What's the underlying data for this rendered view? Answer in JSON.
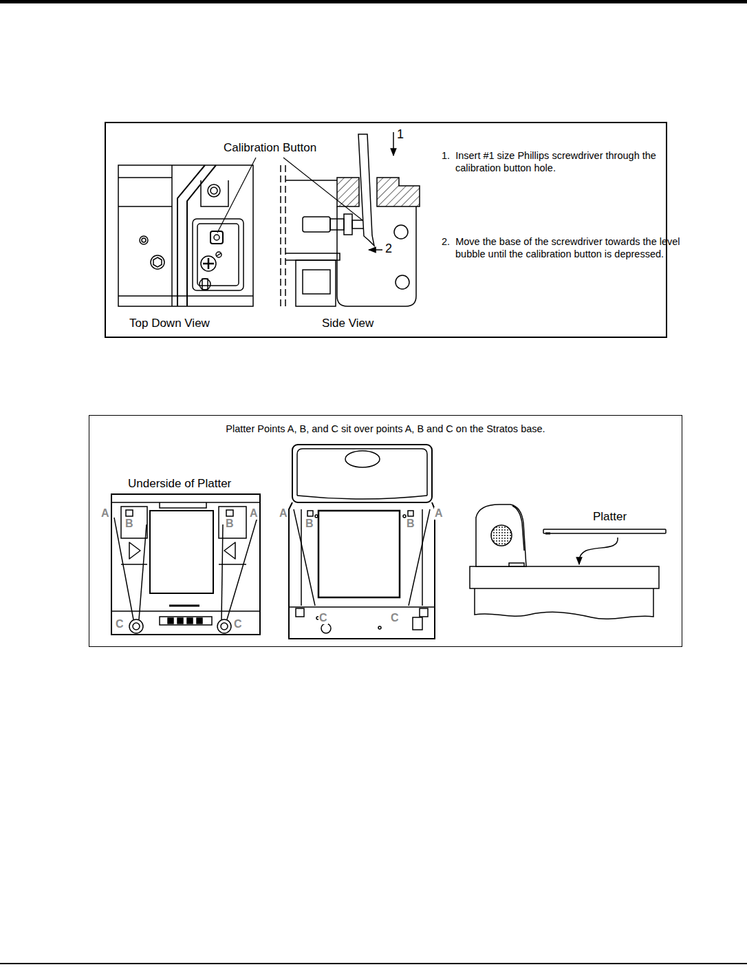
{
  "diagram": {
    "nodes": [
      {
        "text": [
          "1.  Insert #1 size Phillips screwdriver through the calibration button hole.",
          "2.  Move the base of the screwdriver towards the level bubble until the calibration button is depressed."
        ]
      },
      {
        "text": [
          "Platter Points A, B, and C sit over points A, B and C on the Stratos base."
        ]
      }
    ],
    "labels": [
      "Calibration Button",
      "1",
      "2",
      "Top Down View",
      "Side View",
      "Underside of Platter",
      "A",
      "B",
      "B",
      "A",
      "C",
      "C",
      "A",
      "B",
      "B",
      "A",
      "C",
      "C",
      "Platter"
    ]
  }
}
